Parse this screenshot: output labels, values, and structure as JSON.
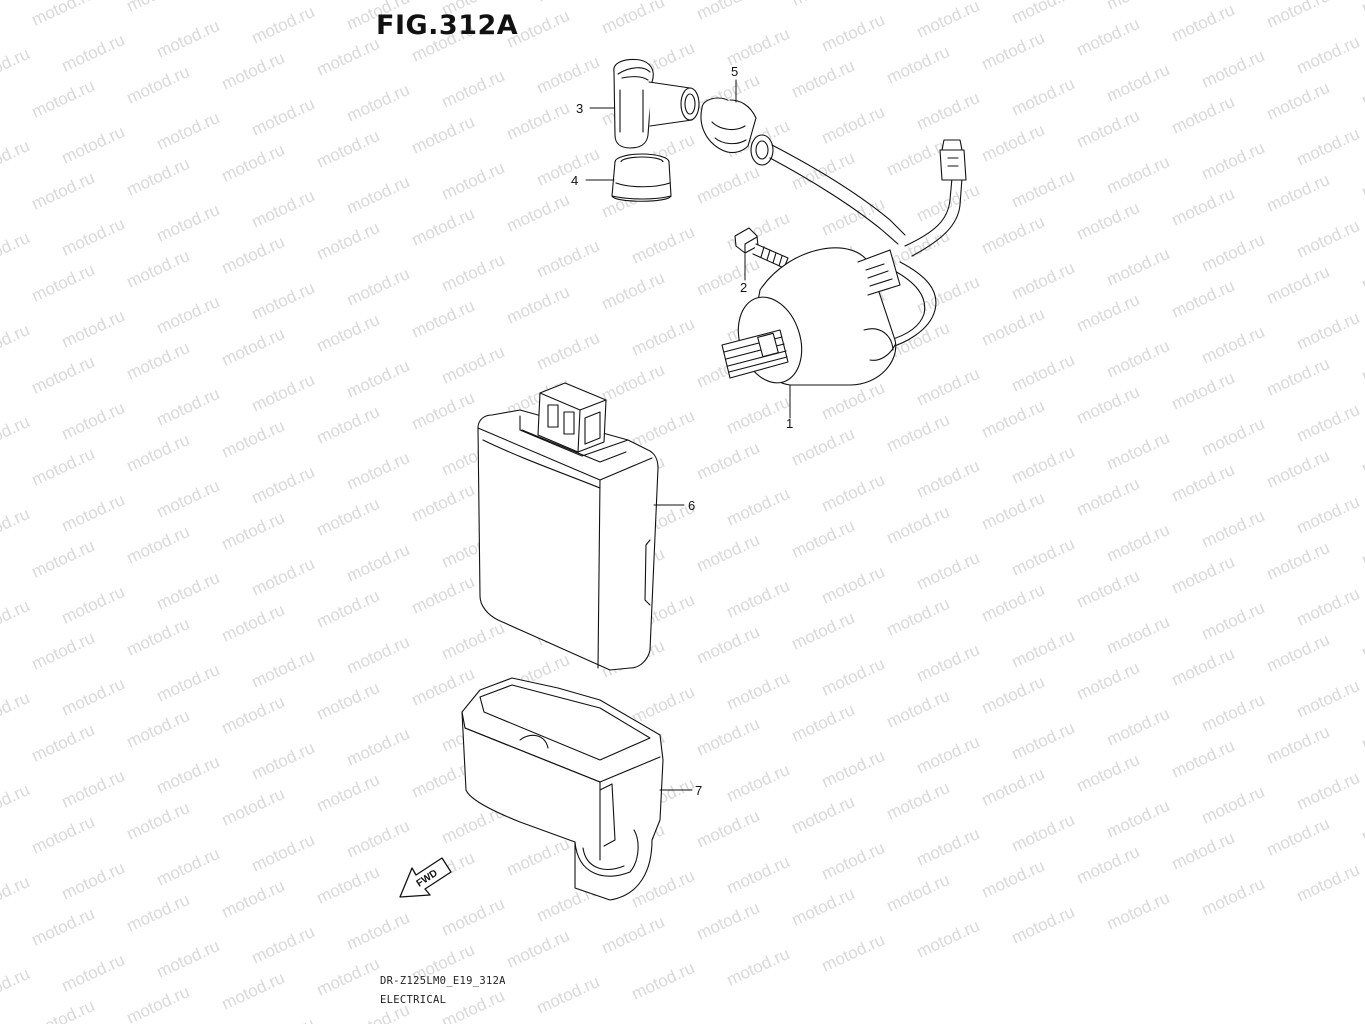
{
  "figure": {
    "title": "FIG.312A",
    "model_code": "DR-Z125LM0_E19_312A",
    "section": "ELECTRICAL"
  },
  "watermark": {
    "text": "motod.ru"
  },
  "fwd_label": "FWD",
  "callouts": [
    {
      "id": "part-1",
      "number": "1"
    },
    {
      "id": "part-2",
      "number": "2"
    },
    {
      "id": "part-3",
      "number": "3"
    },
    {
      "id": "part-4",
      "number": "4"
    },
    {
      "id": "part-5",
      "number": "5"
    },
    {
      "id": "part-6",
      "number": "6"
    },
    {
      "id": "part-7",
      "number": "7"
    }
  ]
}
